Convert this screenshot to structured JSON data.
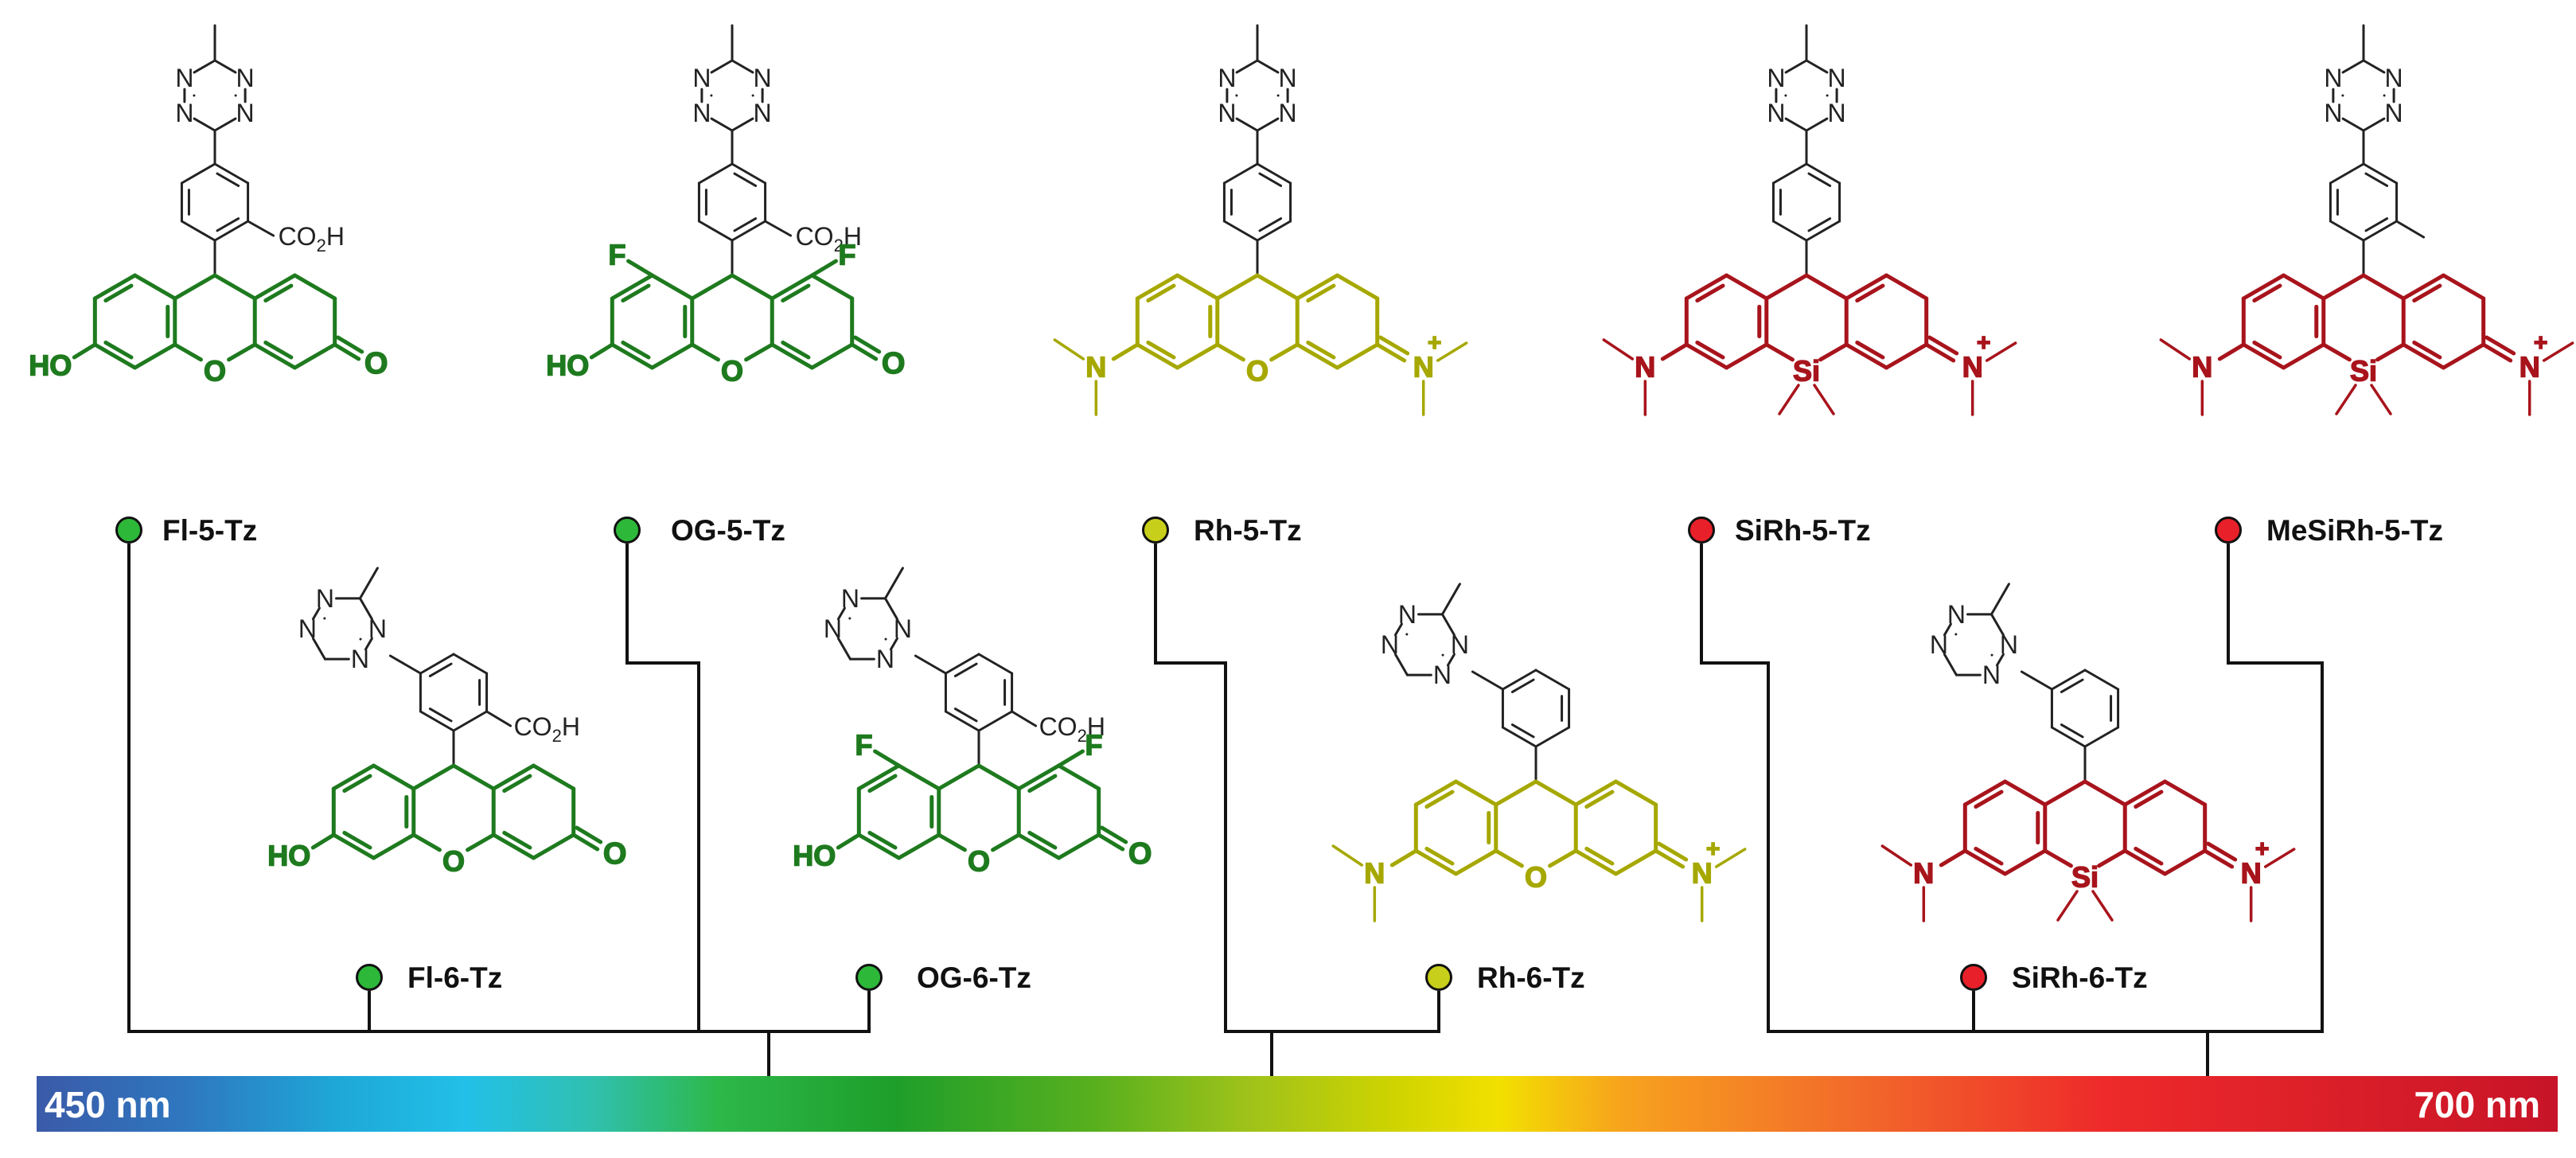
{
  "molecules": [
    {
      "key": "fl5",
      "label": "Fl-5-Tz",
      "color": "#2db83a",
      "stroke": "#1e7a1e",
      "core": "fluorescein",
      "position": "5"
    },
    {
      "key": "og5",
      "label": "OG-5-Tz",
      "color": "#2db83a",
      "stroke": "#1e7a1e",
      "core": "oregon-green",
      "position": "5"
    },
    {
      "key": "rh5",
      "label": "Rh-5-Tz",
      "color": "#c8cf1a",
      "stroke": "#a6a800",
      "core": "rhodamine",
      "position": "5"
    },
    {
      "key": "si5",
      "label": "SiRh-5-Tz",
      "color": "#e8202a",
      "stroke": "#a8141c",
      "core": "si-rhodamine",
      "position": "5"
    },
    {
      "key": "mesi5",
      "label": "MeSiRh-5-Tz",
      "color": "#e8202a",
      "stroke": "#a8141c",
      "core": "si-rhodamine",
      "position": "5"
    },
    {
      "key": "fl6",
      "label": "Fl-6-Tz",
      "color": "#2db83a",
      "stroke": "#1e7a1e",
      "core": "fluorescein",
      "position": "6"
    },
    {
      "key": "og6",
      "label": "OG-6-Tz",
      "color": "#2db83a",
      "stroke": "#1e7a1e",
      "core": "oregon-green",
      "position": "6"
    },
    {
      "key": "rh6",
      "label": "Rh-6-Tz",
      "color": "#c8cf1a",
      "stroke": "#a6a800",
      "core": "rhodamine",
      "position": "6"
    },
    {
      "key": "si6",
      "label": "SiRh-6-Tz",
      "color": "#e8202a",
      "stroke": "#a8141c",
      "core": "si-rhodamine",
      "position": "6"
    }
  ],
  "atoms": {
    "n": "N",
    "ho": "HO",
    "o": "O",
    "f": "F",
    "si": "Si",
    "plus": "+",
    "co2h_co": "CO",
    "co2h_sub": "2",
    "co2h_h": "H"
  },
  "spectrum": {
    "start_label": "450 nm",
    "end_label": "700 nm",
    "colors": [
      "#3b5aa8",
      "#1ea8d8",
      "#22c0e8",
      "#2db84a",
      "#1e9e2a",
      "#7cc21e",
      "#c8d400",
      "#f2e000",
      "#f7a21e",
      "#f26b2a",
      "#ee2a2a",
      "#c81428"
    ]
  }
}
